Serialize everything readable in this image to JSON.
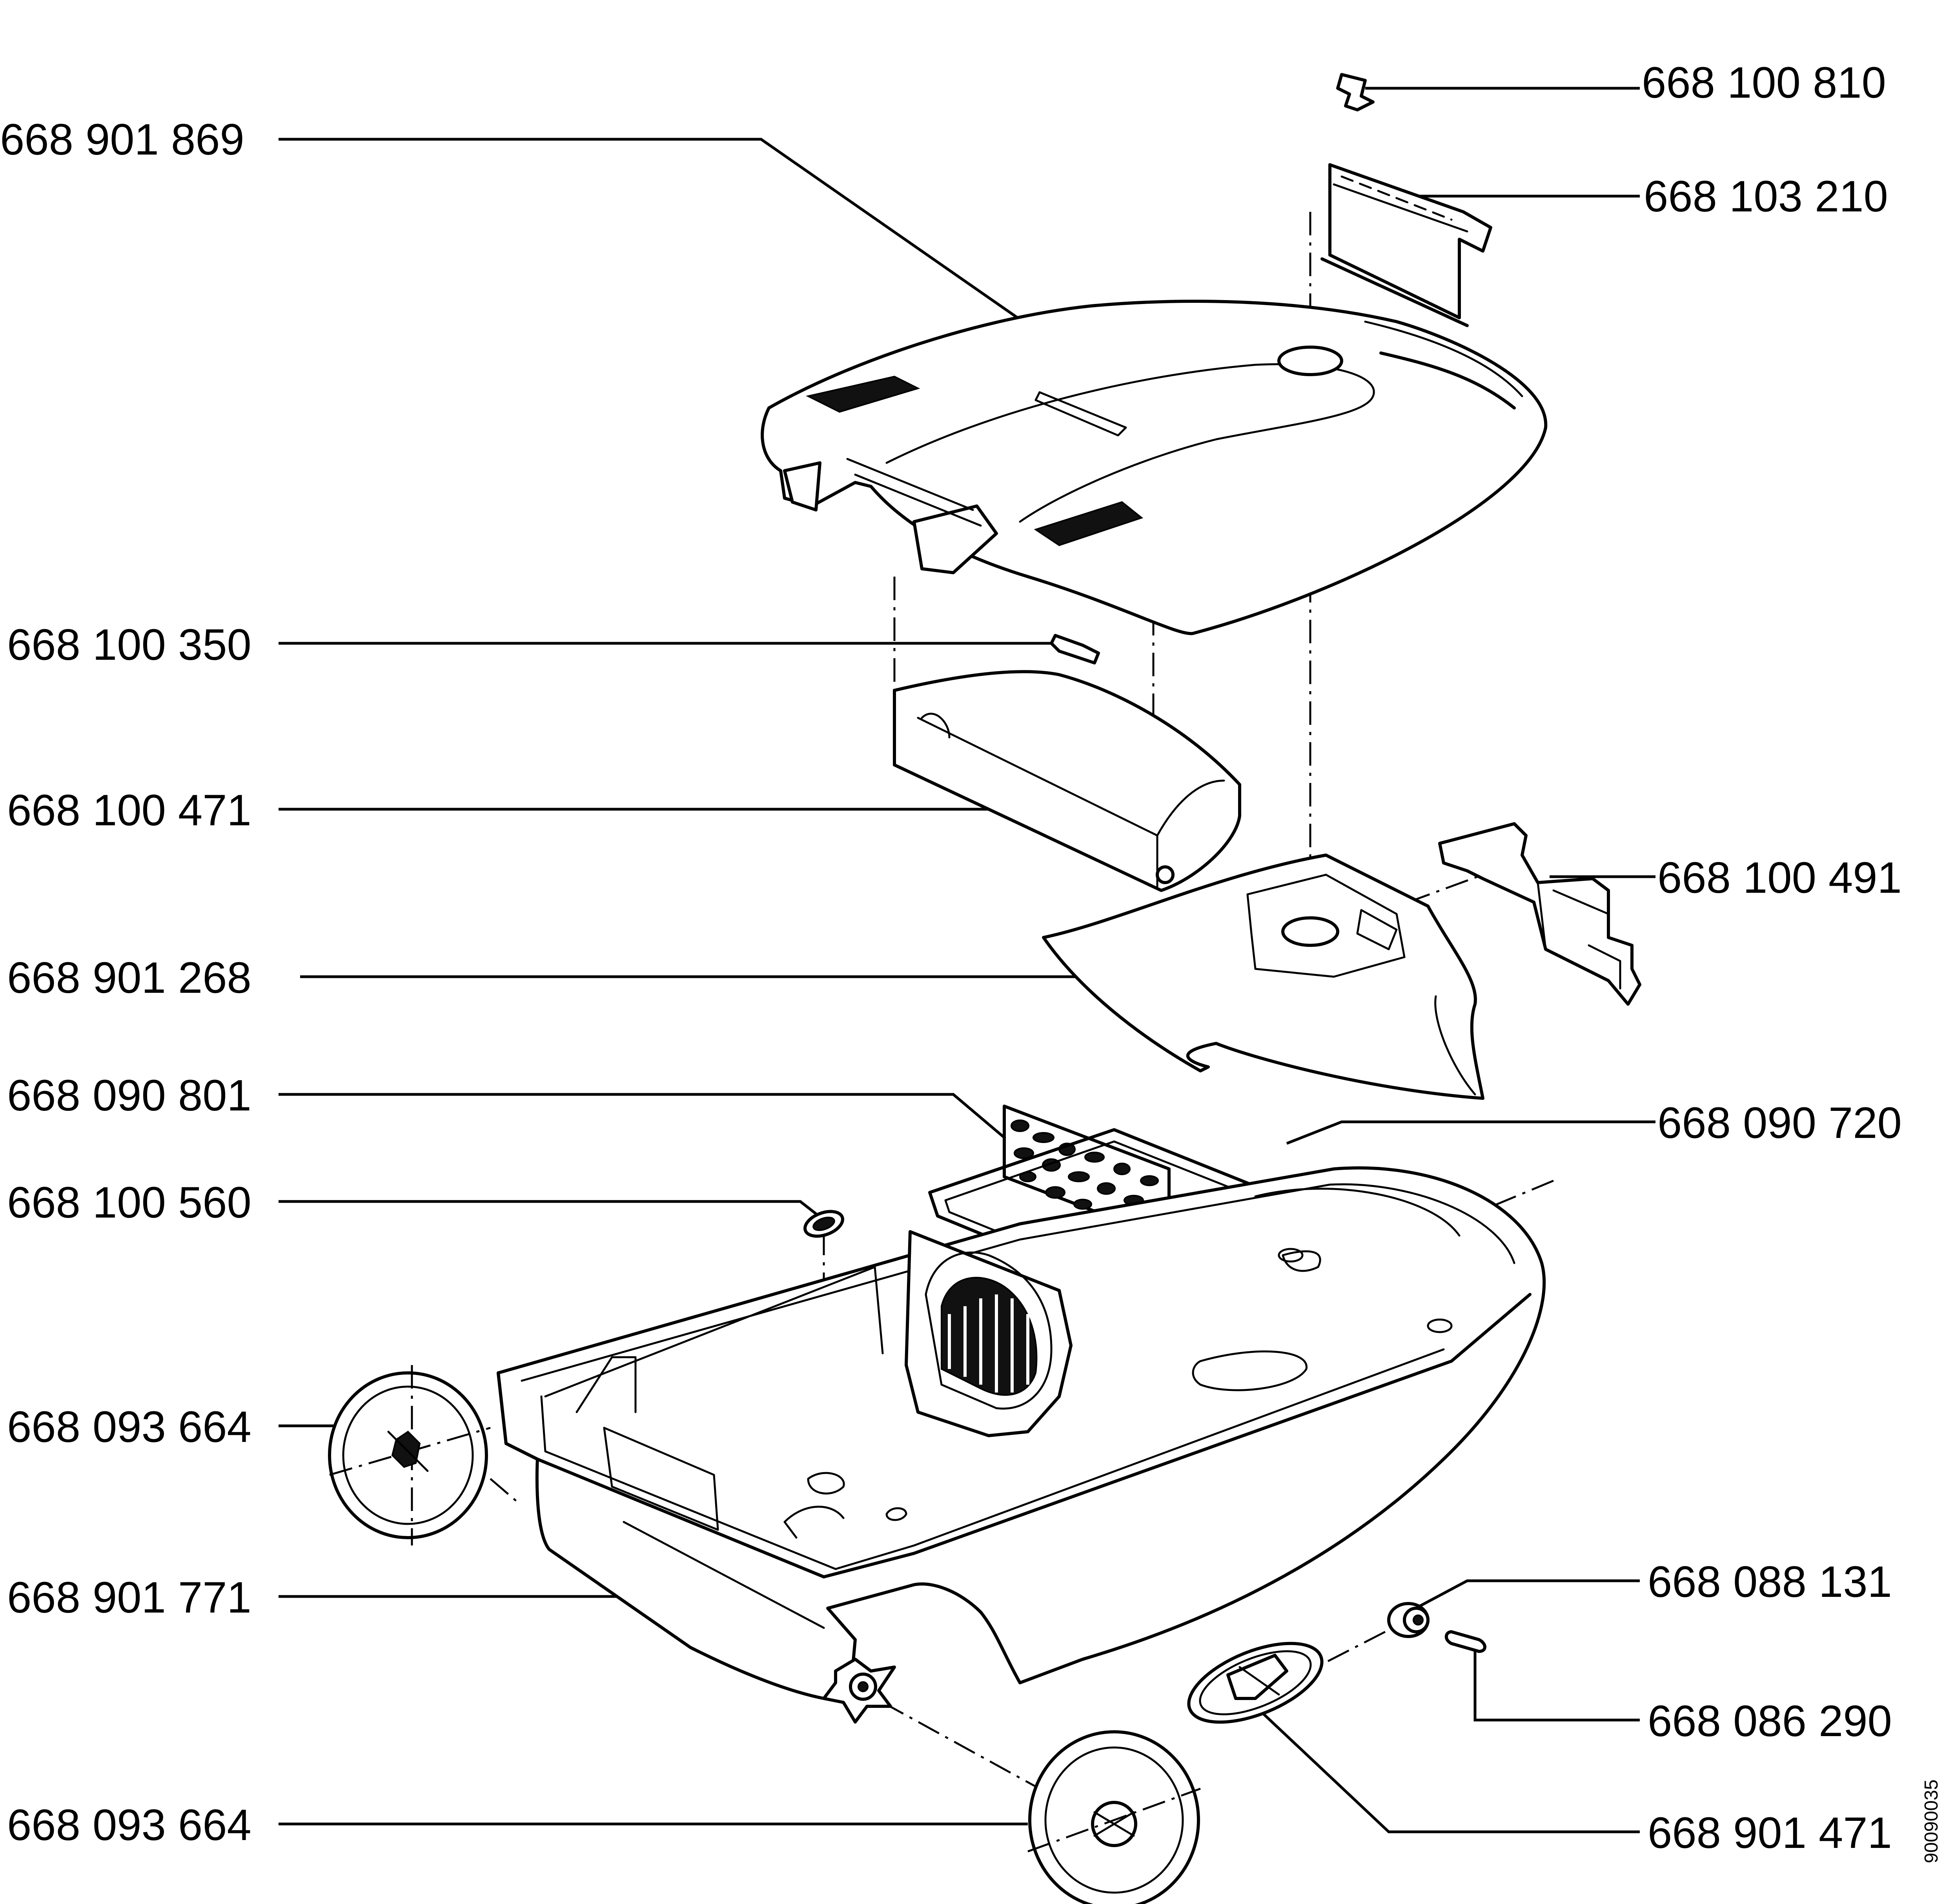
{
  "labels": {
    "lid_cover": "668 901 869",
    "clip_small": "668 100 350",
    "dust_tray": "668 100 471",
    "dust_bag": "668 901 268",
    "filter_pad": "668 090 801",
    "grommet": "668 100 560",
    "wheel_left": "668 093 664",
    "base_housing": "668 901 771",
    "wheel_bottom": "668 093 664",
    "top_catch": "668 100 810",
    "handle": "668 103 210",
    "bag_holder": "668 100 491",
    "filter_frame": "668 090 720",
    "roller": "668 088 131",
    "axle_pin": "668 086 290",
    "swivel_castor": "668 901 471"
  },
  "document_id": "90090035"
}
